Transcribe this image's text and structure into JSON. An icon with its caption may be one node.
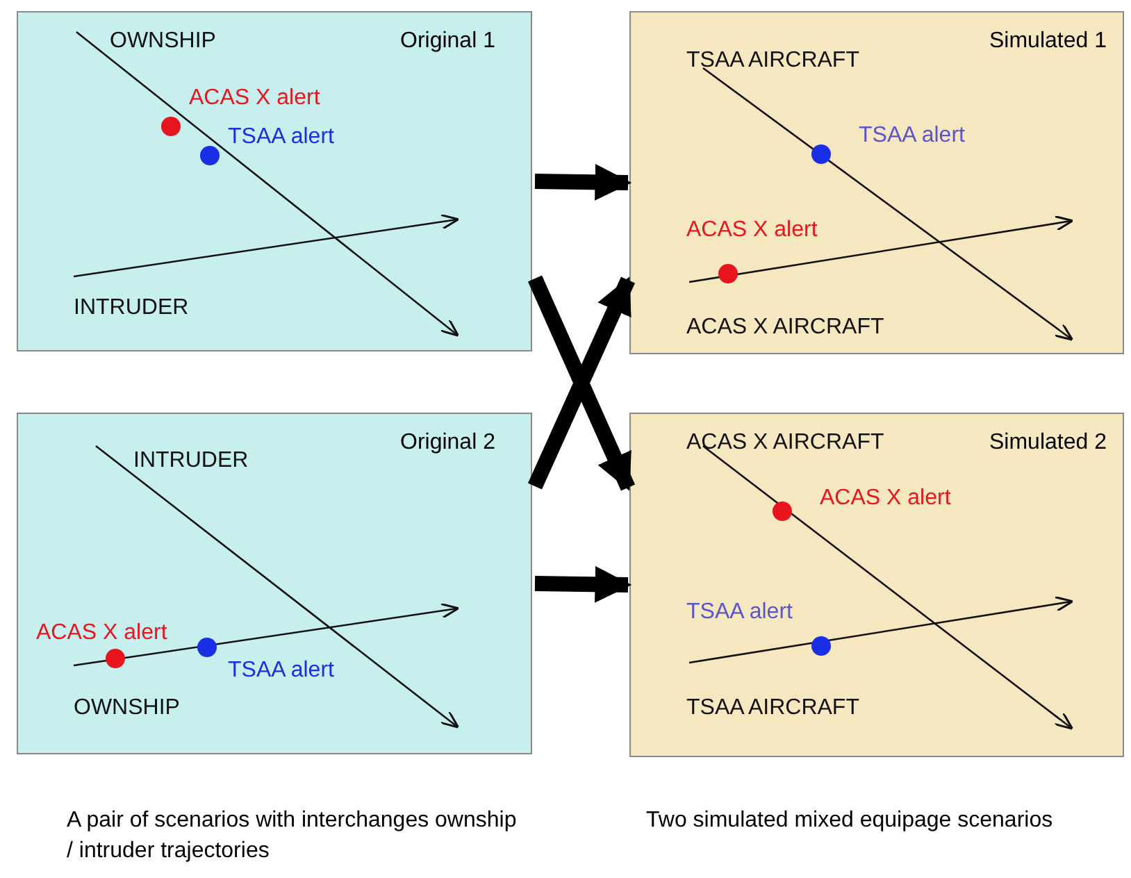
{
  "diagram": {
    "nodes": [
      {
        "text": [
          "Original 1"
        ]
      },
      {
        "text": [
          "Simulated 1"
        ]
      },
      {
        "text": [
          "Original 2"
        ]
      },
      {
        "text": [
          "Simulated 2"
        ]
      }
    ],
    "edges": [
      {
        "from": 0,
        "to": 1,
        "arrow": "to"
      },
      {
        "from": 0,
        "to": 3,
        "arrow": "to"
      },
      {
        "from": 2,
        "to": 1,
        "arrow": "to"
      },
      {
        "from": 2,
        "to": 3,
        "arrow": "to"
      }
    ],
    "labels": [
      "OWNSHIP",
      "ACAS X alert",
      "TSAA alert",
      "INTRUDER",
      "TSAA AIRCRAFT",
      "TSAA alert",
      "ACAS X alert",
      "ACAS X AIRCRAFT",
      "INTRUDER",
      "ACAS X alert",
      "TSAA alert",
      "OWNSHIP",
      "ACAS X AIRCRAFT",
      "ACAS X alert",
      "TSAA alert",
      "TSAA AIRCRAFT",
      "A pair of scenarios with interchanges ownship / intruder trajectories",
      "Two simulated mixed equipage scenarios"
    ]
  }
}
